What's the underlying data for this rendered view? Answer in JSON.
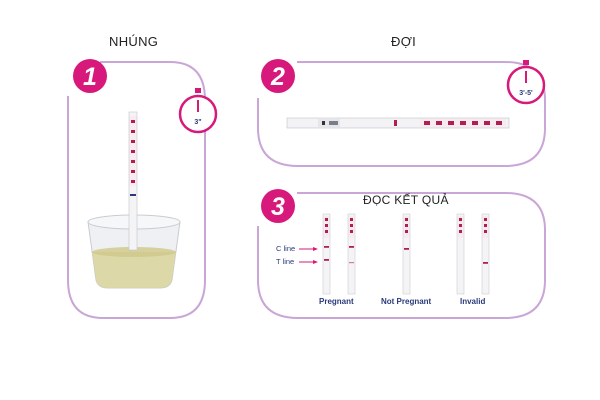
{
  "colors": {
    "accent": "#d6197a",
    "frame": "#c9a6d6",
    "strip_mark": "#b0204f",
    "liquid": "#d9d39a"
  },
  "steps": [
    {
      "number": "1",
      "heading": "NHÚNG",
      "timer": "3\""
    },
    {
      "number": "2",
      "heading": "ĐỢI",
      "timer": "3'-5'"
    },
    {
      "number": "3",
      "heading": "ĐỌC KẾT QUẢ"
    }
  ],
  "result_panel": {
    "c_line_label": "C line",
    "t_line_label": "T line",
    "outcomes": [
      "Pregnant",
      "Not Pregnant",
      "Invalid"
    ]
  },
  "icons": [
    "stopwatch-icon",
    "test-strip-icon",
    "urine-cup-icon"
  ]
}
